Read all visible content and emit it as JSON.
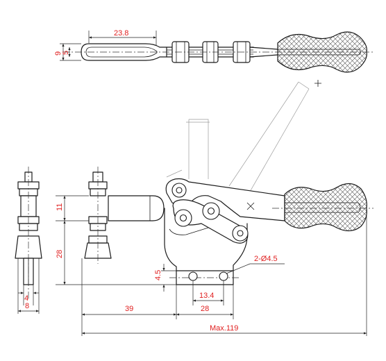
{
  "colors": {
    "dimension_text": "#e02020",
    "line": "#1a1a1a",
    "background": "#ffffff"
  },
  "dimensions": {
    "handle_loop_length": "23.8",
    "handle_outer_height": "9",
    "handle_inner_height": "5",
    "spindle_height": "11",
    "spindle_to_base": "28",
    "base_thickness": "4.5",
    "spindle_tip_width": "4",
    "spindle_body_width": "8",
    "spindle_offset": "39",
    "base_width": "28",
    "hole_spacing": "13.4",
    "hole_callout": "2-Ø4.5",
    "max_length": "Max.119"
  }
}
